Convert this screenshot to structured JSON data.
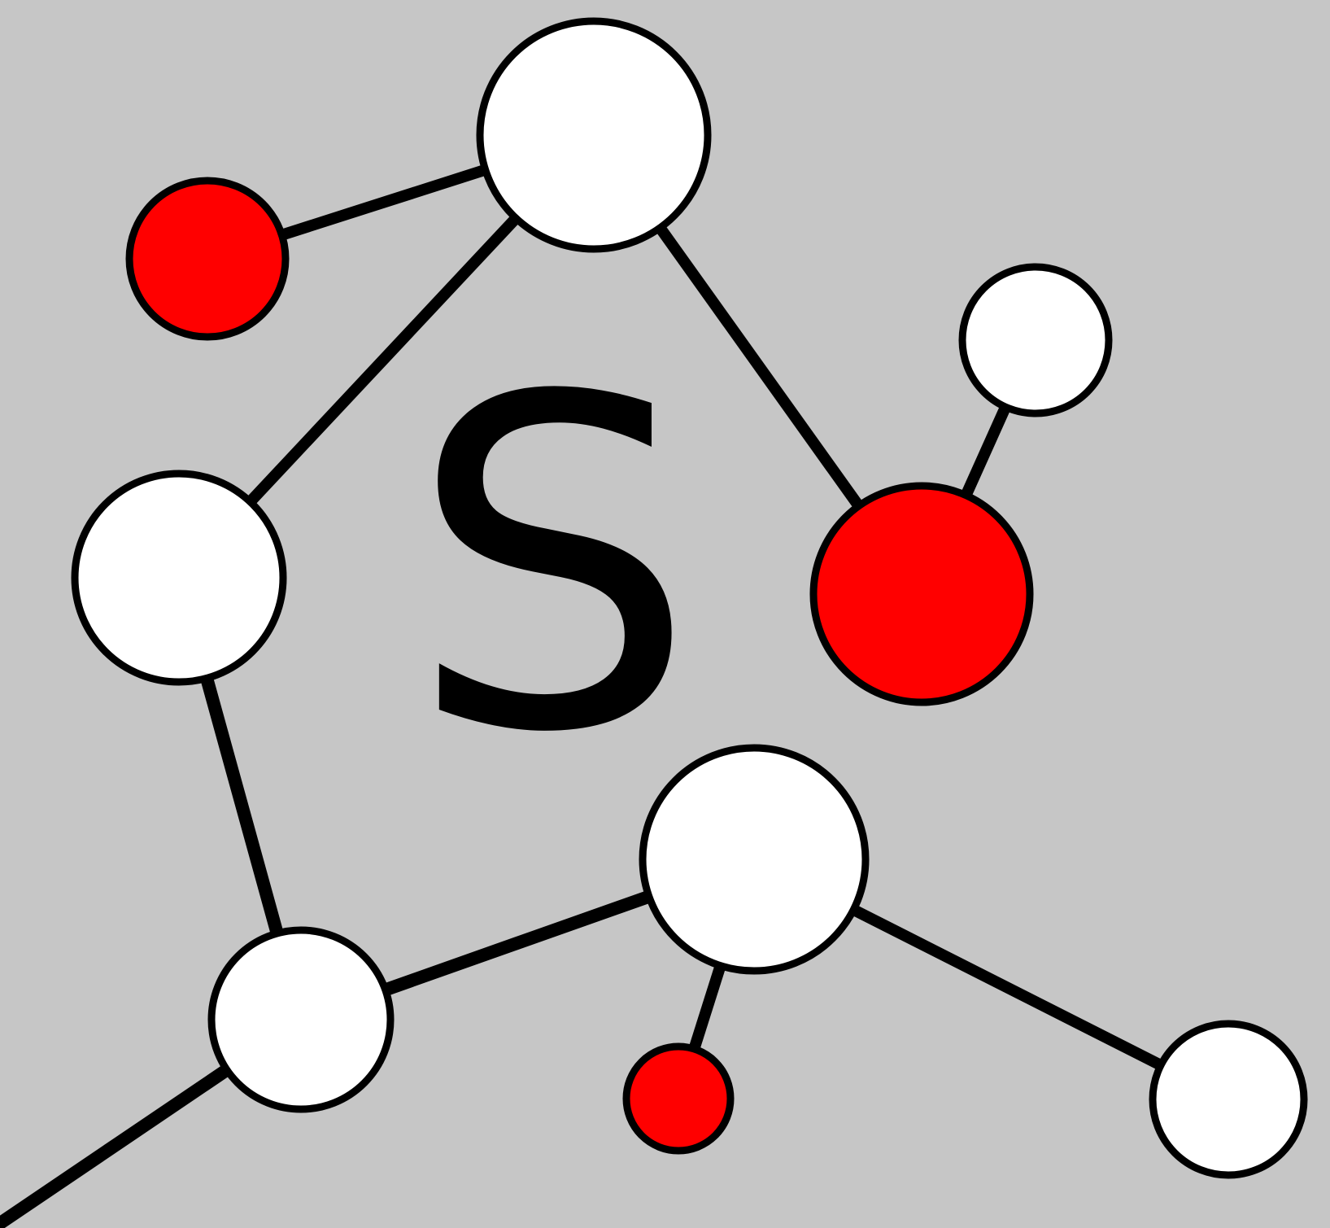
{
  "colors": {
    "background": "#c6c6c6",
    "outline": "#000000",
    "node_white": "#ffffff",
    "node_red": "#ff0000",
    "letter": "#000000"
  },
  "logo": {
    "letter": "S"
  },
  "molecule": {
    "nodes": [
      {
        "id": "n1",
        "color": "white"
      },
      {
        "id": "n2",
        "color": "red"
      },
      {
        "id": "n3",
        "color": "white"
      },
      {
        "id": "n4",
        "color": "white"
      },
      {
        "id": "n5",
        "color": "red"
      },
      {
        "id": "n6",
        "color": "white"
      },
      {
        "id": "n7",
        "color": "white"
      },
      {
        "id": "n8",
        "color": "red"
      },
      {
        "id": "n9",
        "color": "white"
      }
    ],
    "bonds": [
      {
        "from": "n1",
        "to": "n2"
      },
      {
        "from": "n1",
        "to": "n3"
      },
      {
        "from": "n1",
        "to": "n5"
      },
      {
        "from": "n5",
        "to": "n4"
      },
      {
        "from": "n3",
        "to": "n7"
      },
      {
        "from": "n7",
        "to": "n6"
      },
      {
        "from": "n6",
        "to": "n8"
      },
      {
        "from": "n6",
        "to": "n9"
      },
      {
        "from": "n7",
        "to": "edge"
      }
    ]
  }
}
